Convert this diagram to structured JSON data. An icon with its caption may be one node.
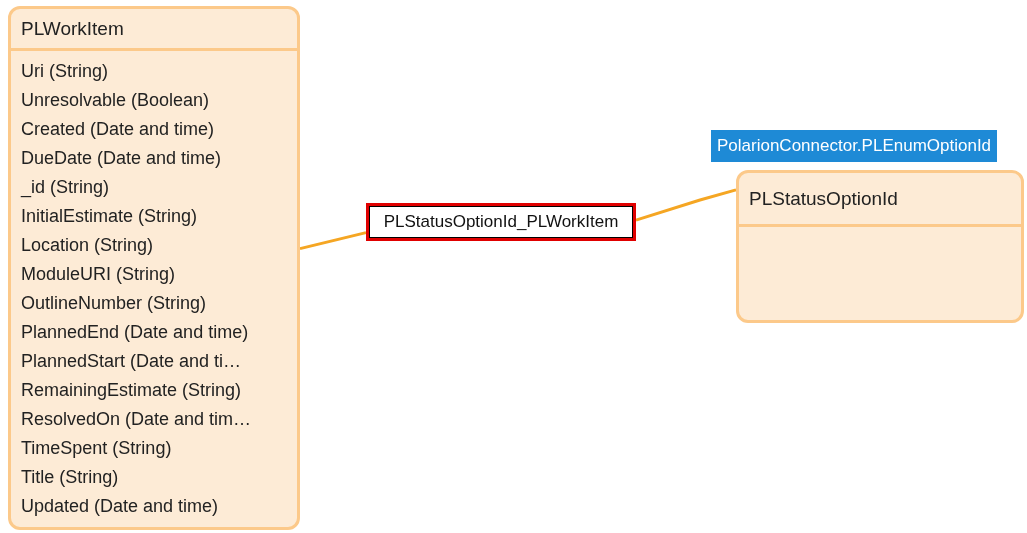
{
  "diagram": {
    "nodes": [
      {
        "text": [
          "PLWorkItem",
          "Uri (String)",
          "Unresolvable (Boolean)",
          "Created (Date and time)",
          "DueDate (Date and time)",
          "_id (String)",
          "InitialEstimate (String)",
          "Location (String)",
          "ModuleURI (String)",
          "OutlineNumber (String)",
          "PlannedEnd (Date and time)",
          "PlannedStart (Date and ti…",
          "RemainingEstimate (String)",
          "ResolvedOn (Date and tim…",
          "TimeSpent (String)",
          "Title (String)",
          "Updated (Date and time)"
        ]
      },
      {
        "text": [
          "PLStatusOptionId_PLWorkItem"
        ]
      },
      {
        "text": [
          "PLStatusOptionId"
        ]
      }
    ],
    "edges": [
      {
        "from": 0,
        "to": 1,
        "arrow": "none"
      },
      {
        "from": 1,
        "to": 2,
        "arrow": "none"
      }
    ],
    "labels": [
      "PolarionConnector.PLEnumOptionId"
    ]
  }
}
